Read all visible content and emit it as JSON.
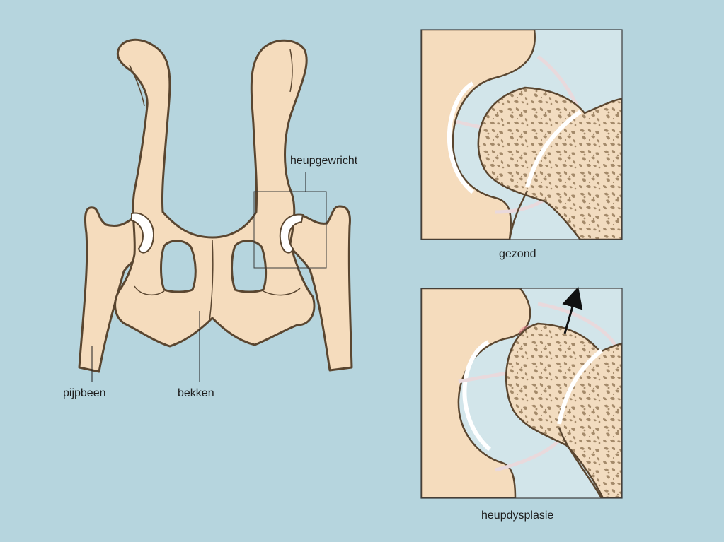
{
  "labels": {
    "hip_joint": "heupgewricht",
    "femur": "pijpbeen",
    "pelvis": "bekken",
    "healthy": "gezond",
    "hip_dysplasia": "heupdysplasie"
  },
  "colors": {
    "background": "#b6d5de",
    "bone": "#f5dcbd",
    "outline": "#5a4630",
    "cartilage": "#ffffff",
    "marrow": "#a48a6a",
    "inset_background": "#d2e5ea",
    "inflammation": "#e98a96"
  },
  "icons": [
    "arrow-icon"
  ]
}
